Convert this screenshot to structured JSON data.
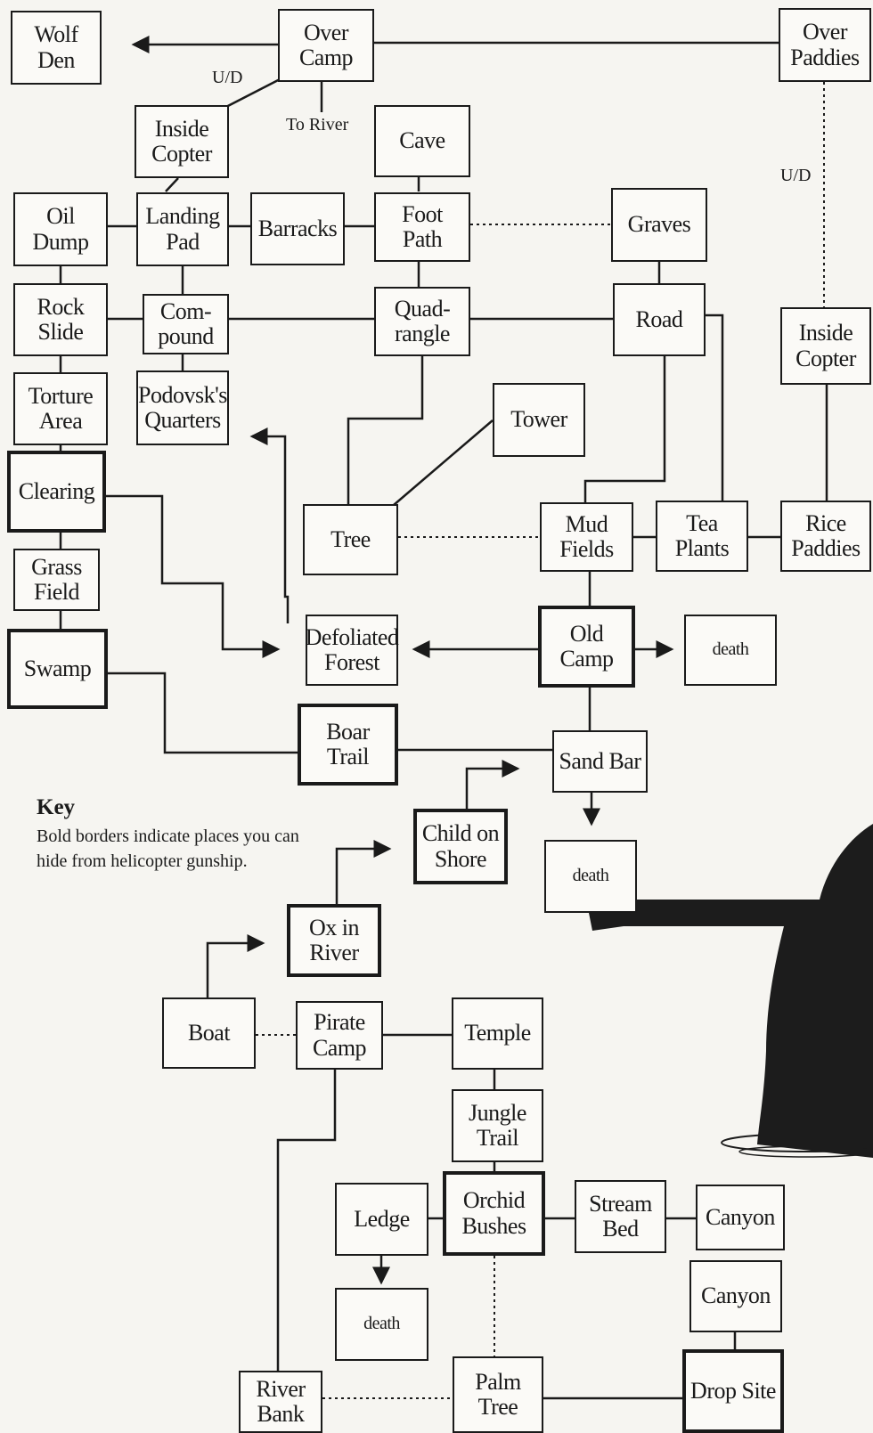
{
  "nodes": {
    "wolf_den": "Wolf\nDen",
    "over_camp": "Over\nCamp",
    "over_paddies": "Over\nPaddies",
    "inside_copter_1": "Inside\nCopter",
    "cave": "Cave",
    "oil_dump": "Oil\nDump",
    "landing_pad": "Landing\nPad",
    "barracks": "Barracks",
    "foot_path": "Foot\nPath",
    "graves": "Graves",
    "rock_slide": "Rock\nSlide",
    "compound": "Com-\npound",
    "quadrangle": "Quad-\nrangle",
    "road": "Road",
    "inside_copter_2": "Inside\nCopter",
    "torture_area": "Torture\nArea",
    "podovsks_quarters": "Podovsk's\nQuarters",
    "tower": "Tower",
    "clearing": "Clearing",
    "tree": "Tree",
    "mud_fields": "Mud\nFields",
    "tea_plants": "Tea\nPlants",
    "rice_paddies": "Rice\nPaddies",
    "grass_field": "Grass\nField",
    "defoliated_forest": "Defoliated\nForest",
    "old_camp": "Old\nCamp",
    "death_1": "death",
    "swamp": "Swamp",
    "boar_trail": "Boar\nTrail",
    "sand_bar": "Sand Bar",
    "child_on_shore": "Child on\nShore",
    "death_2": "death",
    "ox_in_river": "Ox in\nRiver",
    "boat": "Boat",
    "pirate_camp": "Pirate\nCamp",
    "temple": "Temple",
    "jungle_trail": "Jungle\nTrail",
    "ledge": "Ledge",
    "orchid_bushes": "Orchid\nBushes",
    "stream_bed": "Stream\nBed",
    "canyon_1": "Canyon",
    "canyon_2": "Canyon",
    "death_3": "death",
    "river_bank": "River\nBank",
    "palm_tree": "Palm Tree",
    "drop_site": "Drop Site"
  },
  "labels": {
    "ud_left": "U/D",
    "to_river": "To River",
    "ud_right": "U/D"
  },
  "key": {
    "title": "Key",
    "text": "Bold borders indicate places you can hide from helicopter gunship."
  },
  "colors": {
    "ink": "#1a1a1a",
    "paper": "#f6f5f1",
    "box_fill": "#fbfaf7"
  }
}
